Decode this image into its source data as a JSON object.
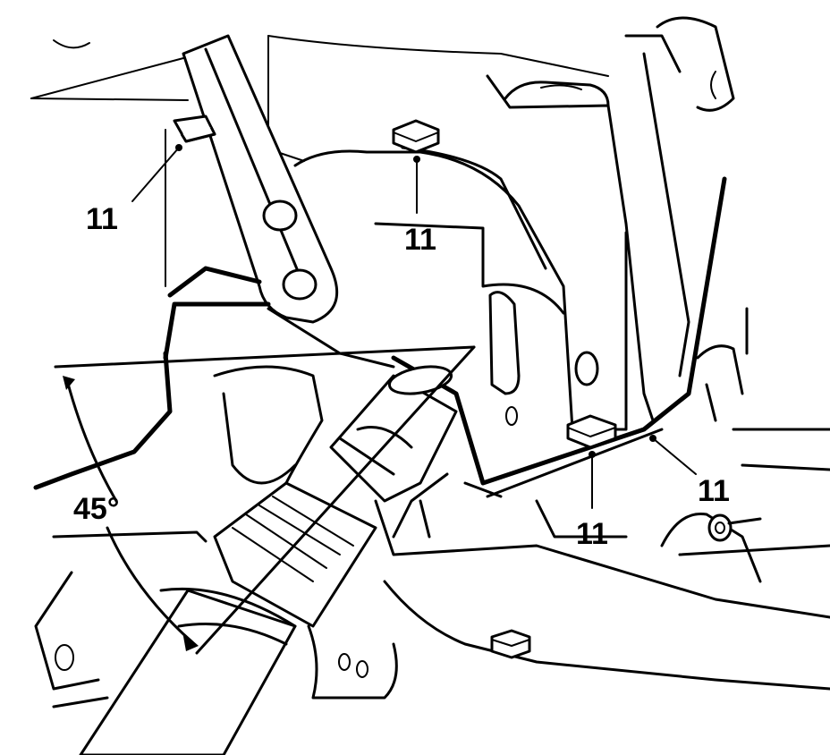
{
  "callouts": [
    {
      "label": "11"
    },
    {
      "label": "11"
    },
    {
      "label": "11"
    },
    {
      "label": "11"
    }
  ],
  "angle": {
    "label": "45°"
  }
}
